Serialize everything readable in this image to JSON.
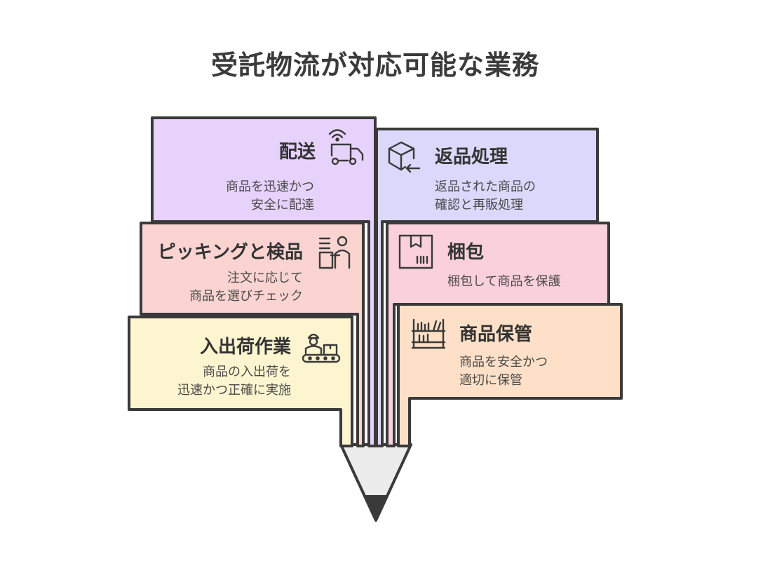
{
  "title": "受託物流が対応可能な業務",
  "colors": {
    "purple": "#e7d2fb",
    "lavender": "#dcd8fc",
    "pink": "#f9d0dc",
    "salmon": "#fbd4d2",
    "yellow": "#fdf5cf",
    "peach": "#fde0c7",
    "stroke": "#3a3a3a"
  },
  "cards": [
    {
      "id": "delivery",
      "title": "配送",
      "lines": [
        "商品を迅速かつ",
        "安全に配達"
      ],
      "icon": "delivery-truck-icon"
    },
    {
      "id": "returns",
      "title": "返品処理",
      "lines": [
        "返品された商品の",
        "確認と再販処理"
      ],
      "icon": "return-box-icon"
    },
    {
      "id": "picking",
      "title": "ピッキングと検品",
      "lines": [
        "注文に応じて",
        "商品を選びチェック"
      ],
      "icon": "inspection-worker-icon"
    },
    {
      "id": "packing",
      "title": "梱包",
      "lines": [
        "梱包して商品を保護"
      ],
      "icon": "package-box-icon"
    },
    {
      "id": "inout",
      "title": "入出荷作業",
      "lines": [
        "商品の入出荷を",
        "迅速かつ正確に実施"
      ],
      "icon": "conveyor-worker-icon"
    },
    {
      "id": "storage",
      "title": "商品保管",
      "lines": [
        "商品を安全かつ",
        "適切に保管"
      ],
      "icon": "storage-shelf-icon"
    }
  ]
}
